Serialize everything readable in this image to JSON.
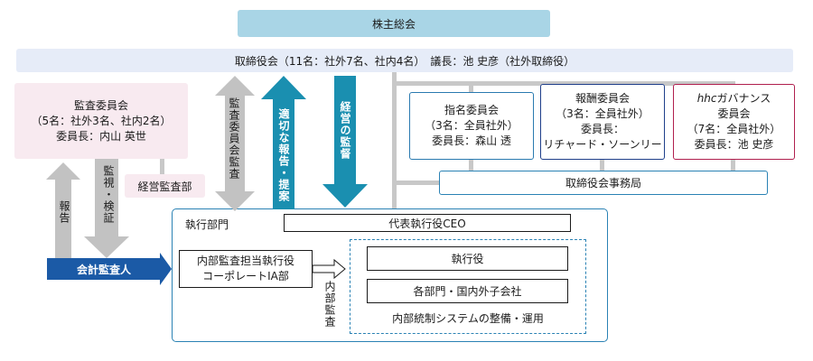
{
  "shareholders": "株主総会",
  "board": "取締役会（11名：社外7名、社内4名）　議長：池 史彦（社外取締役）",
  "audit_committee": {
    "line1": "監査委員会",
    "line2": "（5名：社外3名、社内2名）",
    "line3": "委員長：内山 英世"
  },
  "management_audit_dept": "経営監査部",
  "nomination": {
    "line1": "指名委員会",
    "line2": "（3名：全員社外）",
    "line3": "委員長：森山 透"
  },
  "compensation": {
    "line1": "報酬委員会",
    "line2": "（3名：全員社外）",
    "line3": "委員長：",
    "line4": "リチャード・ソーンリー"
  },
  "governance": {
    "line1_em": "hhc",
    "line1_rest": "ガバナンス",
    "line2": "委員会",
    "line3": "（7名：全員社外）",
    "line4": "委員長：池 史彦"
  },
  "board_office": "取締役会事務局",
  "exec_division": "執行部門",
  "ceo": "代表執行役CEO",
  "internal_audit": {
    "line1": "内部監査担当執行役",
    "line2": "コーポレートIA部"
  },
  "executive_officers": "執行役",
  "subsidiaries": "各部門・国内外子会社",
  "internal_control": "内部統制システムの整備・運用",
  "accounting_auditor": "会計監査人",
  "arrow_labels": {
    "audit_committee_audit": "監査委員会監査",
    "appropriate_report": "適切な報告・提案",
    "management_supervision": "経営の監督",
    "report": "報告",
    "monitor_verify": "監視・検証",
    "internal_audit_v": "内部監査"
  },
  "colors": {
    "top_box": "#a9d5e6",
    "board_band": "#e6ecf8",
    "pink_fill": "#f8eaf0",
    "gray_arrow": "#c2c2c2",
    "teal_arrow": "#1a8fb0",
    "dark_blue": "#1b5aa6",
    "exec_border": "#2a82b4",
    "nom_border": "#2a7ab0",
    "comp_border": "#1f3f8a",
    "gov_border": "#b01f4e"
  }
}
